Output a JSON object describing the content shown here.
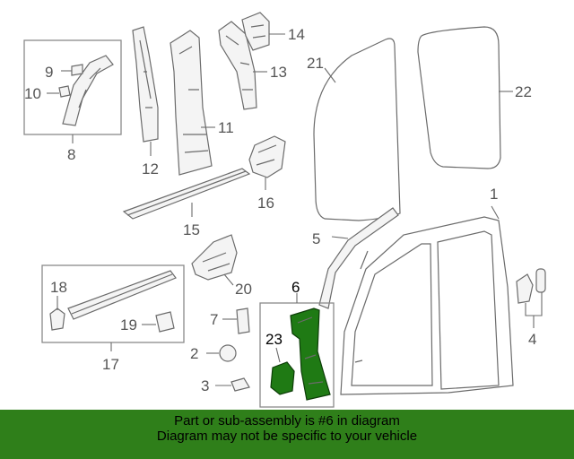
{
  "callouts": {
    "c1": "1",
    "c2": "2",
    "c3": "3",
    "c4": "4",
    "c5": "5",
    "c6": "6",
    "c7": "7",
    "c8": "8",
    "c9": "9",
    "c10": "10",
    "c11": "11",
    "c12": "12",
    "c13": "13",
    "c14": "14",
    "c15": "15",
    "c16": "16",
    "c17": "17",
    "c18": "18",
    "c19": "19",
    "c20": "20",
    "c21": "21",
    "c22": "22",
    "c23": "23"
  },
  "highlight": {
    "part": "6",
    "color": "#1f7a14"
  },
  "footer": {
    "line1": "Part or sub-assembly is #6 in diagram",
    "line2": "Diagram may not be specific to your vehicle",
    "color": "#2f7f1a"
  }
}
